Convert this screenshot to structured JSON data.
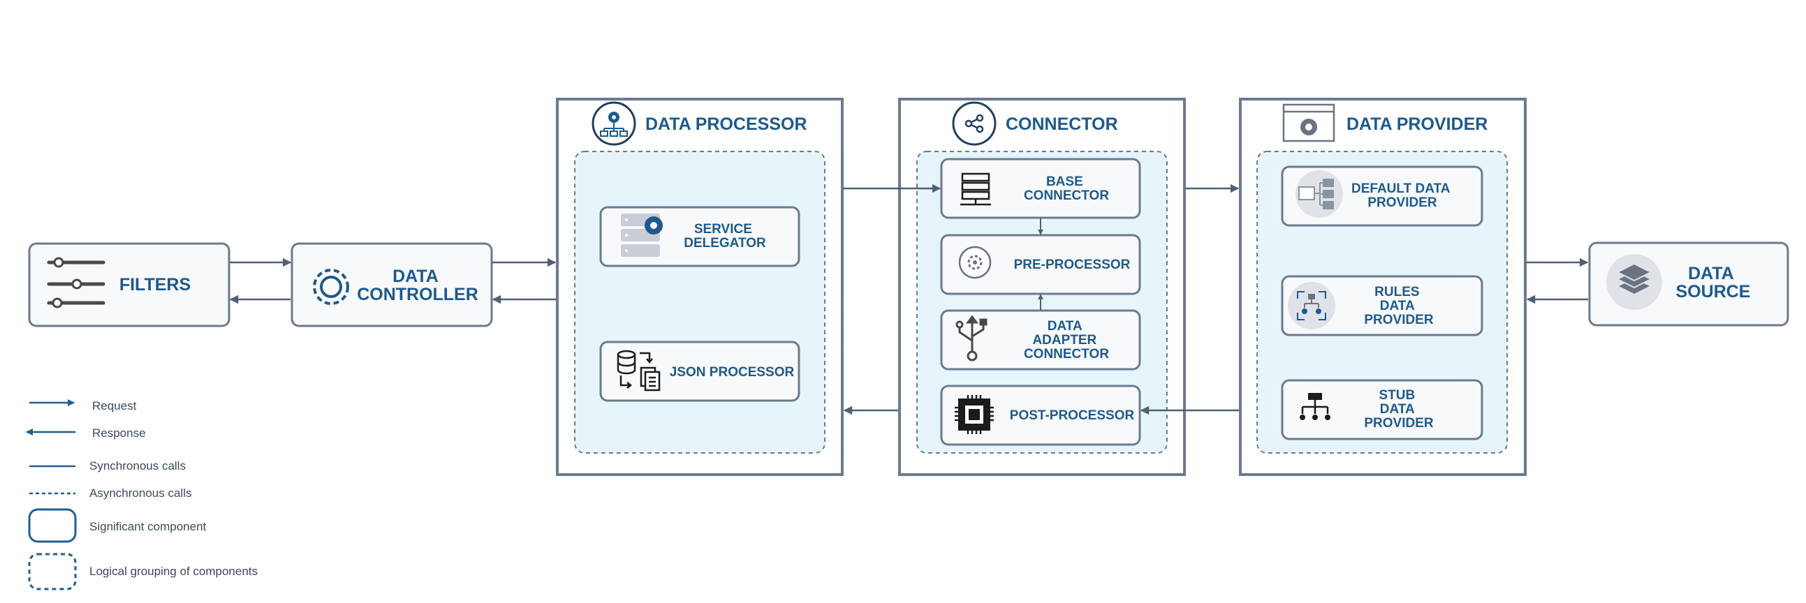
{
  "colors": {
    "navy": "#1c5a8f",
    "frame": "#6b7a90",
    "group_fill": "#e5f5f9",
    "component_fill": "#f8f9fa",
    "arrow": "#4f6075",
    "legend_line": "#1f5f94"
  },
  "externals": {
    "filters": "FILTERS",
    "data_controller": [
      "DATA",
      "CONTROLLER"
    ],
    "data_source": [
      "DATA",
      "SOURCE"
    ]
  },
  "panels": {
    "data_processor": {
      "title": "DATA PROCESSOR",
      "components": {
        "service_delegator": [
          "SERVICE",
          "DELEGATOR"
        ],
        "json_processor": [
          "JSON PROCESSOR"
        ]
      }
    },
    "connector": {
      "title": "CONNECTOR",
      "components": {
        "base_connector": [
          "BASE",
          "CONNECTOR"
        ],
        "pre_processor": [
          "PRE-PROCESSOR"
        ],
        "data_adapter_connector": [
          "DATA",
          "ADAPTER",
          "CONNECTOR"
        ],
        "post_processor": [
          "POST-PROCESSOR"
        ]
      }
    },
    "data_provider": {
      "title": "DATA PROVIDER",
      "components": {
        "default_data_provider": [
          "DEFAULT DATA",
          "PROVIDER"
        ],
        "rules_data_provider": [
          "RULES",
          "DATA",
          "PROVIDER"
        ],
        "stub_data_provider": [
          "STUB",
          "DATA",
          "PROVIDER"
        ]
      }
    }
  },
  "legend": {
    "request": "Request",
    "response": "Response",
    "synchronous": "Synchronous calls",
    "asynchronous": "Asynchronous calls",
    "significant": "Significant component",
    "logical": "Logical grouping of components"
  },
  "icons": {
    "filters": "sliders-icon",
    "data_controller": "gear-icon",
    "data_source": "layers-icon",
    "data_processor": "network-gear-icon",
    "connector": "share-icon",
    "data_provider": "window-gear-icon",
    "service_delegator": "server-gear-icon",
    "json_processor": "database-documents-icon",
    "base_connector": "server-network-icon",
    "pre_processor": "gear-circle-icon",
    "data_adapter_connector": "usb-icon",
    "post_processor": "chip-icon",
    "default_data_provider": "stacked-list-icon",
    "rules_data_provider": "rules-flow-icon",
    "stub_data_provider": "hierarchy-icon"
  }
}
